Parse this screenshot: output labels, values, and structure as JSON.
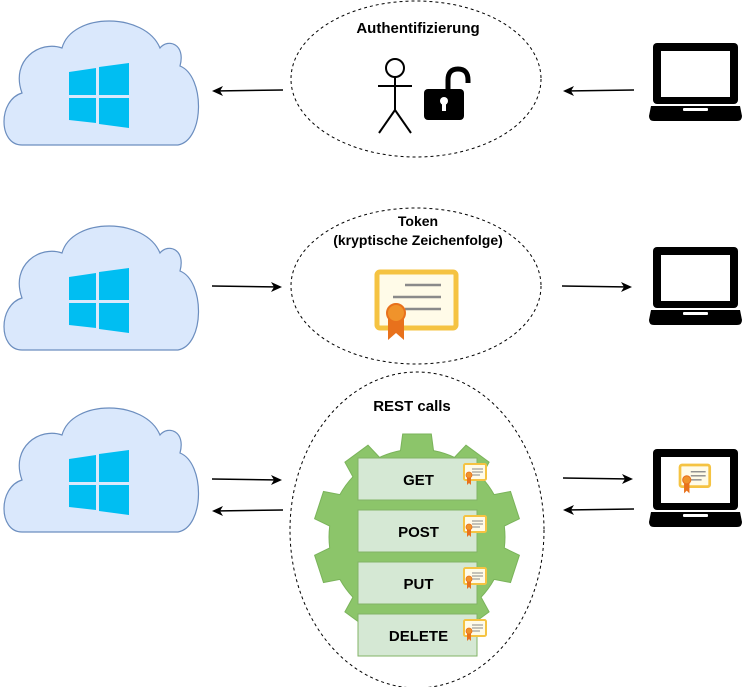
{
  "steps": [
    {
      "title_lines": [
        "Authentifizierung"
      ]
    },
    {
      "title_lines": [
        "Token",
        "(kryptische Zeichenfolge)"
      ]
    },
    {
      "title_lines": [
        "REST calls"
      ]
    }
  ],
  "methods": [
    "GET",
    "POST",
    "PUT",
    "DELETE"
  ],
  "colors": {
    "cloud_fill": "#dae8fc",
    "cloud_stroke": "#6c8ebf",
    "windows_blue": "#00bef2",
    "gear_fill": "#8cc56a",
    "method_fill": "#d5e8d4",
    "method_stroke": "#82b366",
    "cert_gold": "#f5c342",
    "cert_ribbon": "#e8711c",
    "ink": "#000000"
  }
}
